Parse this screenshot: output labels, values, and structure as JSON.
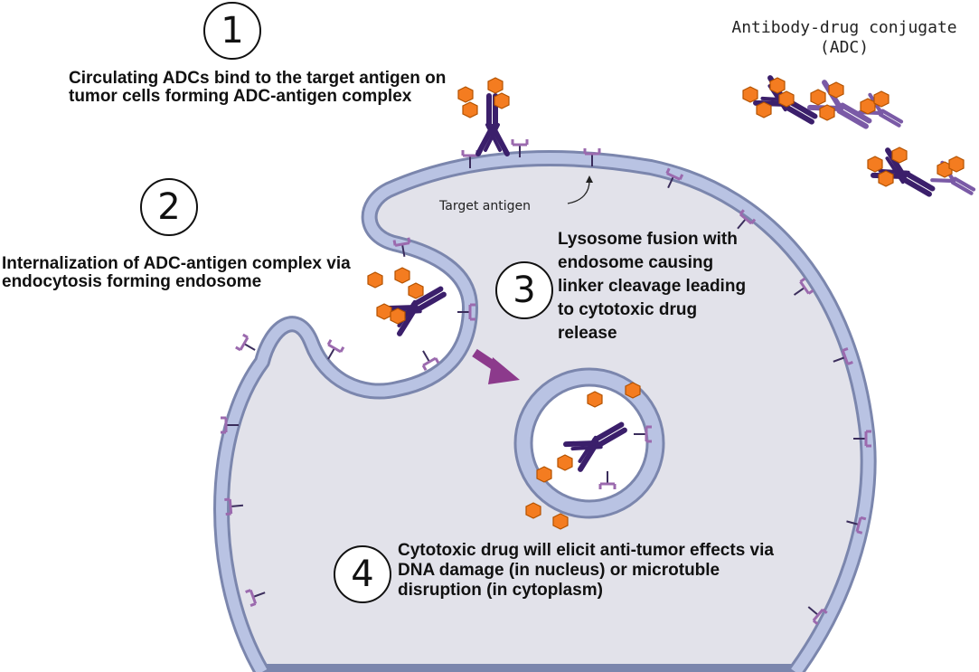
{
  "steps": [
    {
      "number": "1",
      "text": "Circulating ADCs bind to the target antigen on tumor cells forming ADC-antigen complex"
    },
    {
      "number": "2",
      "text": "Internalization of ADC-antigen complex via endocytosis forming endosome"
    },
    {
      "number": "3",
      "text": "Lysosome fusion with endosome causing linker cleavage leading to cytotoxic drug release"
    },
    {
      "number": "4",
      "text": "Cytotoxic drug will elicit anti-tumor effects via DNA damage (in nucleus) or microtuble disruption (in cytoplasm)"
    }
  ],
  "labels": {
    "adc_title_line1": "Antibody-drug conjugate",
    "adc_title_line2": "(ADC)",
    "target_antigen": "Target antigen"
  },
  "colors": {
    "membrane_fill": "#b9c3e3",
    "membrane_stroke": "#7b86ad",
    "cytoplasm": "#e2e2ea",
    "antibody": "#3b1f6b",
    "antibody_light": "#7a5aa6",
    "drug": "#f47c20",
    "drug_stroke": "#b35200",
    "antigen": "#9b6aae",
    "arrow": "#8c3a8c"
  }
}
